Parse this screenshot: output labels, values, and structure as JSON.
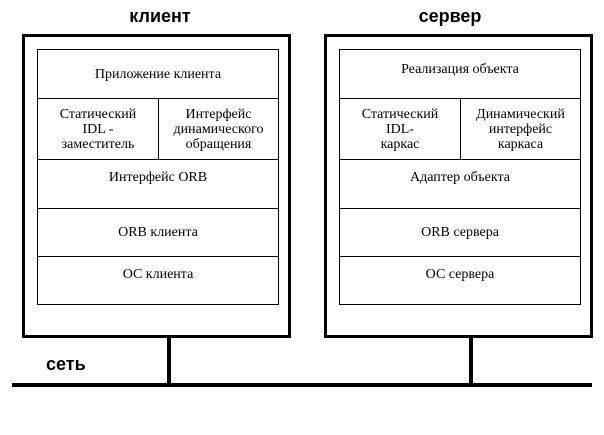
{
  "client": {
    "heading": "клиент",
    "app": "Приложение клиента",
    "static_stub": "Статический\nIDL -\nзаместитель",
    "dynamic": "Интерфейс\nдинамического\nобращения",
    "orb_interface": "Интерфейс ORB",
    "orb": "ORB клиента",
    "os": "ОС клиента"
  },
  "server": {
    "heading": "сервер",
    "app": "Реализация объекта",
    "static_skeleton": "Статический\nIDL-\nкаркас",
    "dynamic": "Динамический\nинтерфейс\nкаркаса",
    "adapter": "Адаптер объекта",
    "orb": "ORB сервера",
    "os": "ОС сервера"
  },
  "network": {
    "label": "сеть"
  }
}
